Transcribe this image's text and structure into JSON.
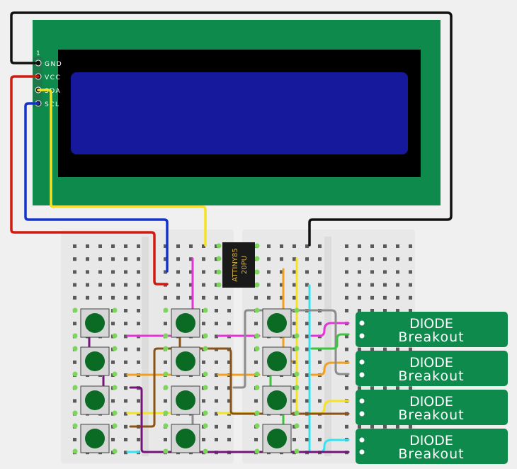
{
  "colors": {
    "background": "#f0f0f0",
    "lcd_pcb": "#0e8a4c",
    "lcd_bezel": "#000000",
    "lcd_screen": "#16199c",
    "breadboard": "#e8e8e8",
    "breadboard_hole": "#5a5a5a",
    "pin_green": "#7bd65a",
    "button_body": "#d6d6d6",
    "button_cap": "#0b6b24",
    "diode_board": "#0e8a4c",
    "chip": "#1a1a1a",
    "chip_text": "#d9b44a",
    "wire_black": "#111111",
    "wire_red": "#d11a10",
    "wire_yellow": "#f5e223",
    "wire_blue": "#1433c8",
    "wire_magenta": "#e633d8",
    "wire_orange": "#f2a020",
    "wire_brown": "#8a5214",
    "wire_purple": "#74137a",
    "wire_gray": "#8c8c8c",
    "wire_cyan": "#33e3f2",
    "wire_green": "#3ec43e"
  },
  "lcd": {
    "pin1_label": "1",
    "pins": [
      "GND",
      "VCC",
      "SDA",
      "SCL"
    ]
  },
  "chip": {
    "line1": "ATTINY85",
    "line2": "20PU"
  },
  "diode_modules": [
    {
      "line1": "DIODE",
      "line2": "Breakout"
    },
    {
      "line1": "DIODE",
      "line2": "Breakout"
    },
    {
      "line1": "DIODE",
      "line2": "Breakout"
    },
    {
      "line1": "DIODE",
      "line2": "Breakout"
    }
  ],
  "button_grid": {
    "columns": 3,
    "rows": 4
  }
}
